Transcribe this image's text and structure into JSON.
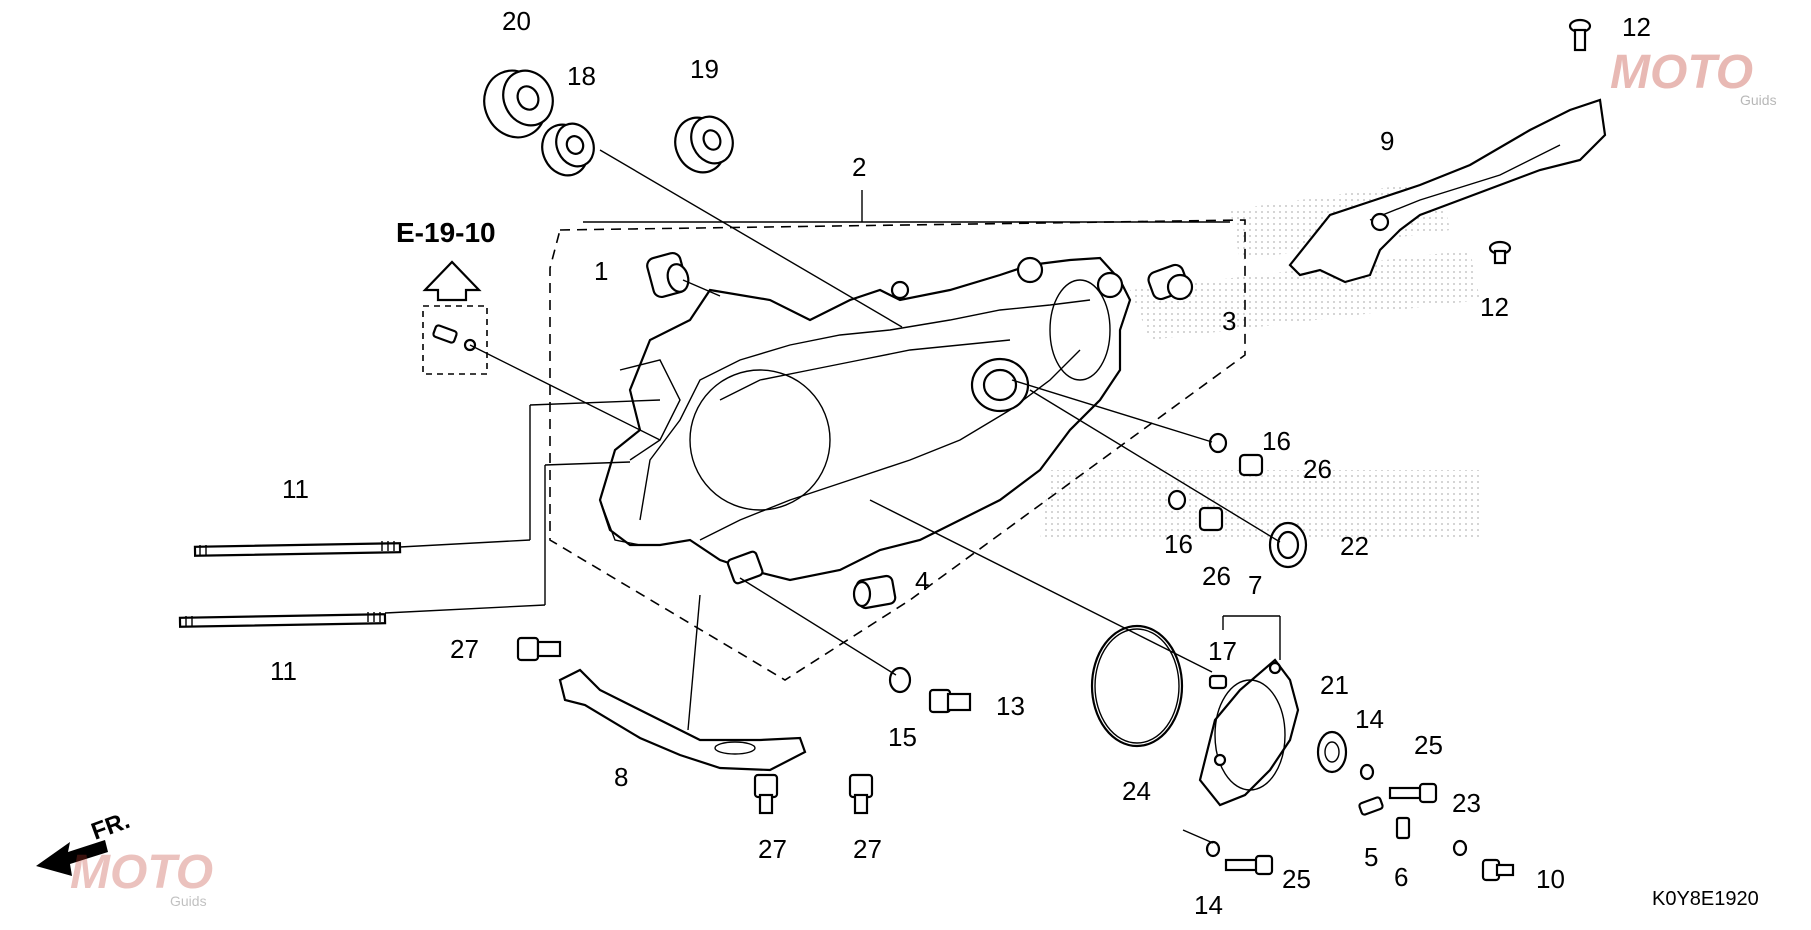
{
  "diagram": {
    "reference_arrow_text": "E-19-10",
    "front_marker_text": "FR.",
    "drawing_code": "K0Y8E1920",
    "watermark_text": "MOTO",
    "watermark_sub": "Guids",
    "callouts": [
      {
        "id": "c20a",
        "text": "20"
      },
      {
        "id": "c18",
        "text": "18"
      },
      {
        "id": "c19",
        "text": "19"
      },
      {
        "id": "c2",
        "text": "2"
      },
      {
        "id": "c1",
        "text": "1"
      },
      {
        "id": "c3",
        "text": "3"
      },
      {
        "id": "c12a",
        "text": "12"
      },
      {
        "id": "c9",
        "text": "9"
      },
      {
        "id": "c12b",
        "text": "12"
      },
      {
        "id": "c16a",
        "text": "16"
      },
      {
        "id": "c26a",
        "text": "26"
      },
      {
        "id": "c16b",
        "text": "16"
      },
      {
        "id": "c22",
        "text": "22"
      },
      {
        "id": "c26b",
        "text": "26"
      },
      {
        "id": "c11a",
        "text": "11"
      },
      {
        "id": "c11b",
        "text": "11"
      },
      {
        "id": "c4",
        "text": "4"
      },
      {
        "id": "c7",
        "text": "7"
      },
      {
        "id": "c17",
        "text": "17"
      },
      {
        "id": "c21",
        "text": "21"
      },
      {
        "id": "c14a",
        "text": "14"
      },
      {
        "id": "c25a",
        "text": "25"
      },
      {
        "id": "c23",
        "text": "23"
      },
      {
        "id": "c27a",
        "text": "27"
      },
      {
        "id": "c13",
        "text": "13"
      },
      {
        "id": "c15",
        "text": "15"
      },
      {
        "id": "c24",
        "text": "24"
      },
      {
        "id": "c8",
        "text": "8"
      },
      {
        "id": "c27b",
        "text": "27"
      },
      {
        "id": "c27c",
        "text": "27"
      },
      {
        "id": "c5",
        "text": "5"
      },
      {
        "id": "c6",
        "text": "6"
      },
      {
        "id": "c10",
        "text": "10"
      },
      {
        "id": "c25b",
        "text": "25"
      },
      {
        "id": "c14b",
        "text": "14"
      }
    ]
  }
}
